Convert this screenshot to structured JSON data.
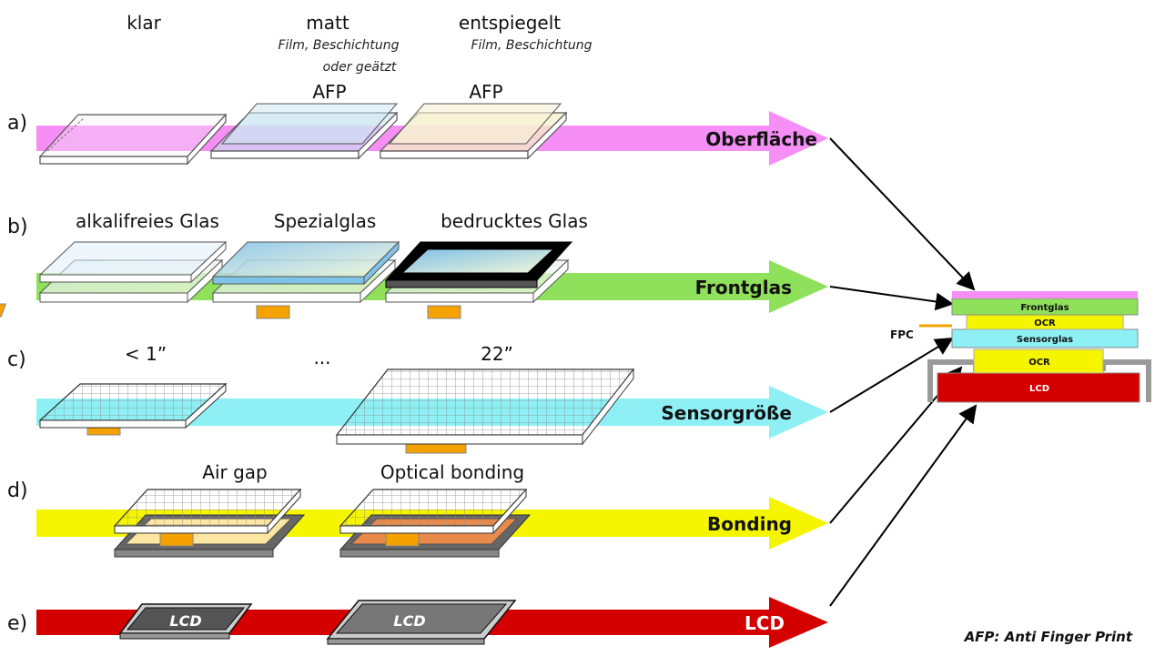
{
  "rows": [
    {
      "id": "a",
      "label": "a)",
      "arrow_text": "Oberfläche",
      "color": "#f58ef5"
    },
    {
      "id": "b",
      "label": "b)",
      "arrow_text": "Frontglas",
      "color": "#8fe05a"
    },
    {
      "id": "c",
      "label": "c)",
      "arrow_text": "Sensorgröße",
      "color": "#8ef0f5"
    },
    {
      "id": "d",
      "label": "d)",
      "arrow_text": "Bonding",
      "color": "#f5f500"
    },
    {
      "id": "e",
      "label": "e)",
      "arrow_text": "LCD",
      "color": "#d40000"
    }
  ],
  "surface": {
    "klar": "klar",
    "matt": "matt",
    "matt_sub1": "Film, Beschichtung",
    "matt_sub2": "oder geätzt",
    "matt_afp": "AFP",
    "entspiegelt": "entspiegelt",
    "entspiegelt_sub": "Film, Beschichtung",
    "entspiegelt_afp": "AFP"
  },
  "frontglas": {
    "alkali": "alkalifreies Glas",
    "spezial": "Spezialglas",
    "bedruckt": "bedrucktes Glas"
  },
  "sensor": {
    "small": "< 1”",
    "dots": "...",
    "large": "22”"
  },
  "bonding": {
    "airgap": "Air gap",
    "optical": "Optical bonding"
  },
  "lcd": {
    "small": "LCD",
    "large": "LCD"
  },
  "stack": {
    "frontglas": "Frontglas",
    "ocr_top": "OCR",
    "sensorglas": "Sensorglas",
    "ocr_bottom": "OCR",
    "lcd": "LCD",
    "fpc": "FPC"
  },
  "footnote": "AFP: Anti Finger Print"
}
